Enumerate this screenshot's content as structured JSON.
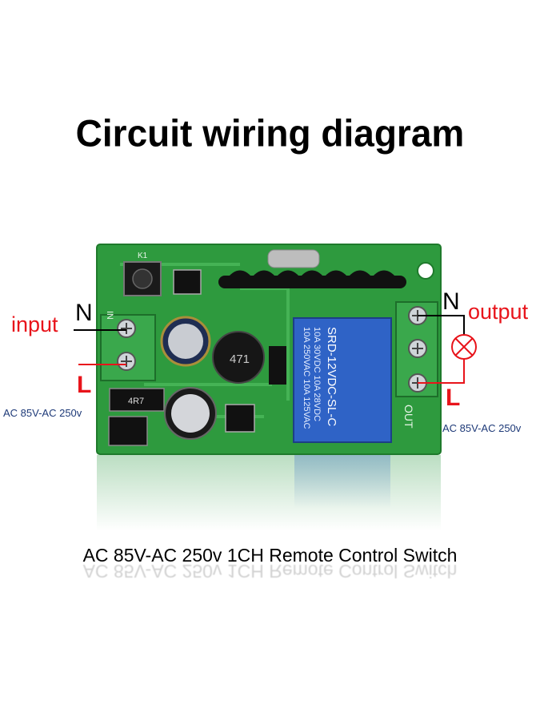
{
  "title": "Circuit wiring diagram",
  "caption": "AC 85V-AC 250v 1CH Remote Control Switch",
  "labels": {
    "input": "input",
    "output": "output",
    "n_left": "N",
    "l_left": "L",
    "n_right": "N",
    "l_right": "L",
    "voltage_left": "AC 85V-AC 250v",
    "voltage_right": "AC 85V-AC 250v"
  },
  "relay_text": [
    "10A 250VAC  10A 125VAC",
    "10A 30VDC  10A 28VDC",
    "SRD-12VDC-SL-C"
  ],
  "board_markings": {
    "in_label": "IN",
    "out_label": "OUT",
    "k1": "K1",
    "inductor": "471",
    "chip": "4R7"
  },
  "colors": {
    "wire_red": "#e8141b",
    "board_green": "#2e9a3e",
    "terminal_green": "#3aa84c",
    "relay_blue": "#2f63c6",
    "voltage_text": "#1e3a78"
  },
  "icons": [
    "lamp-icon"
  ]
}
